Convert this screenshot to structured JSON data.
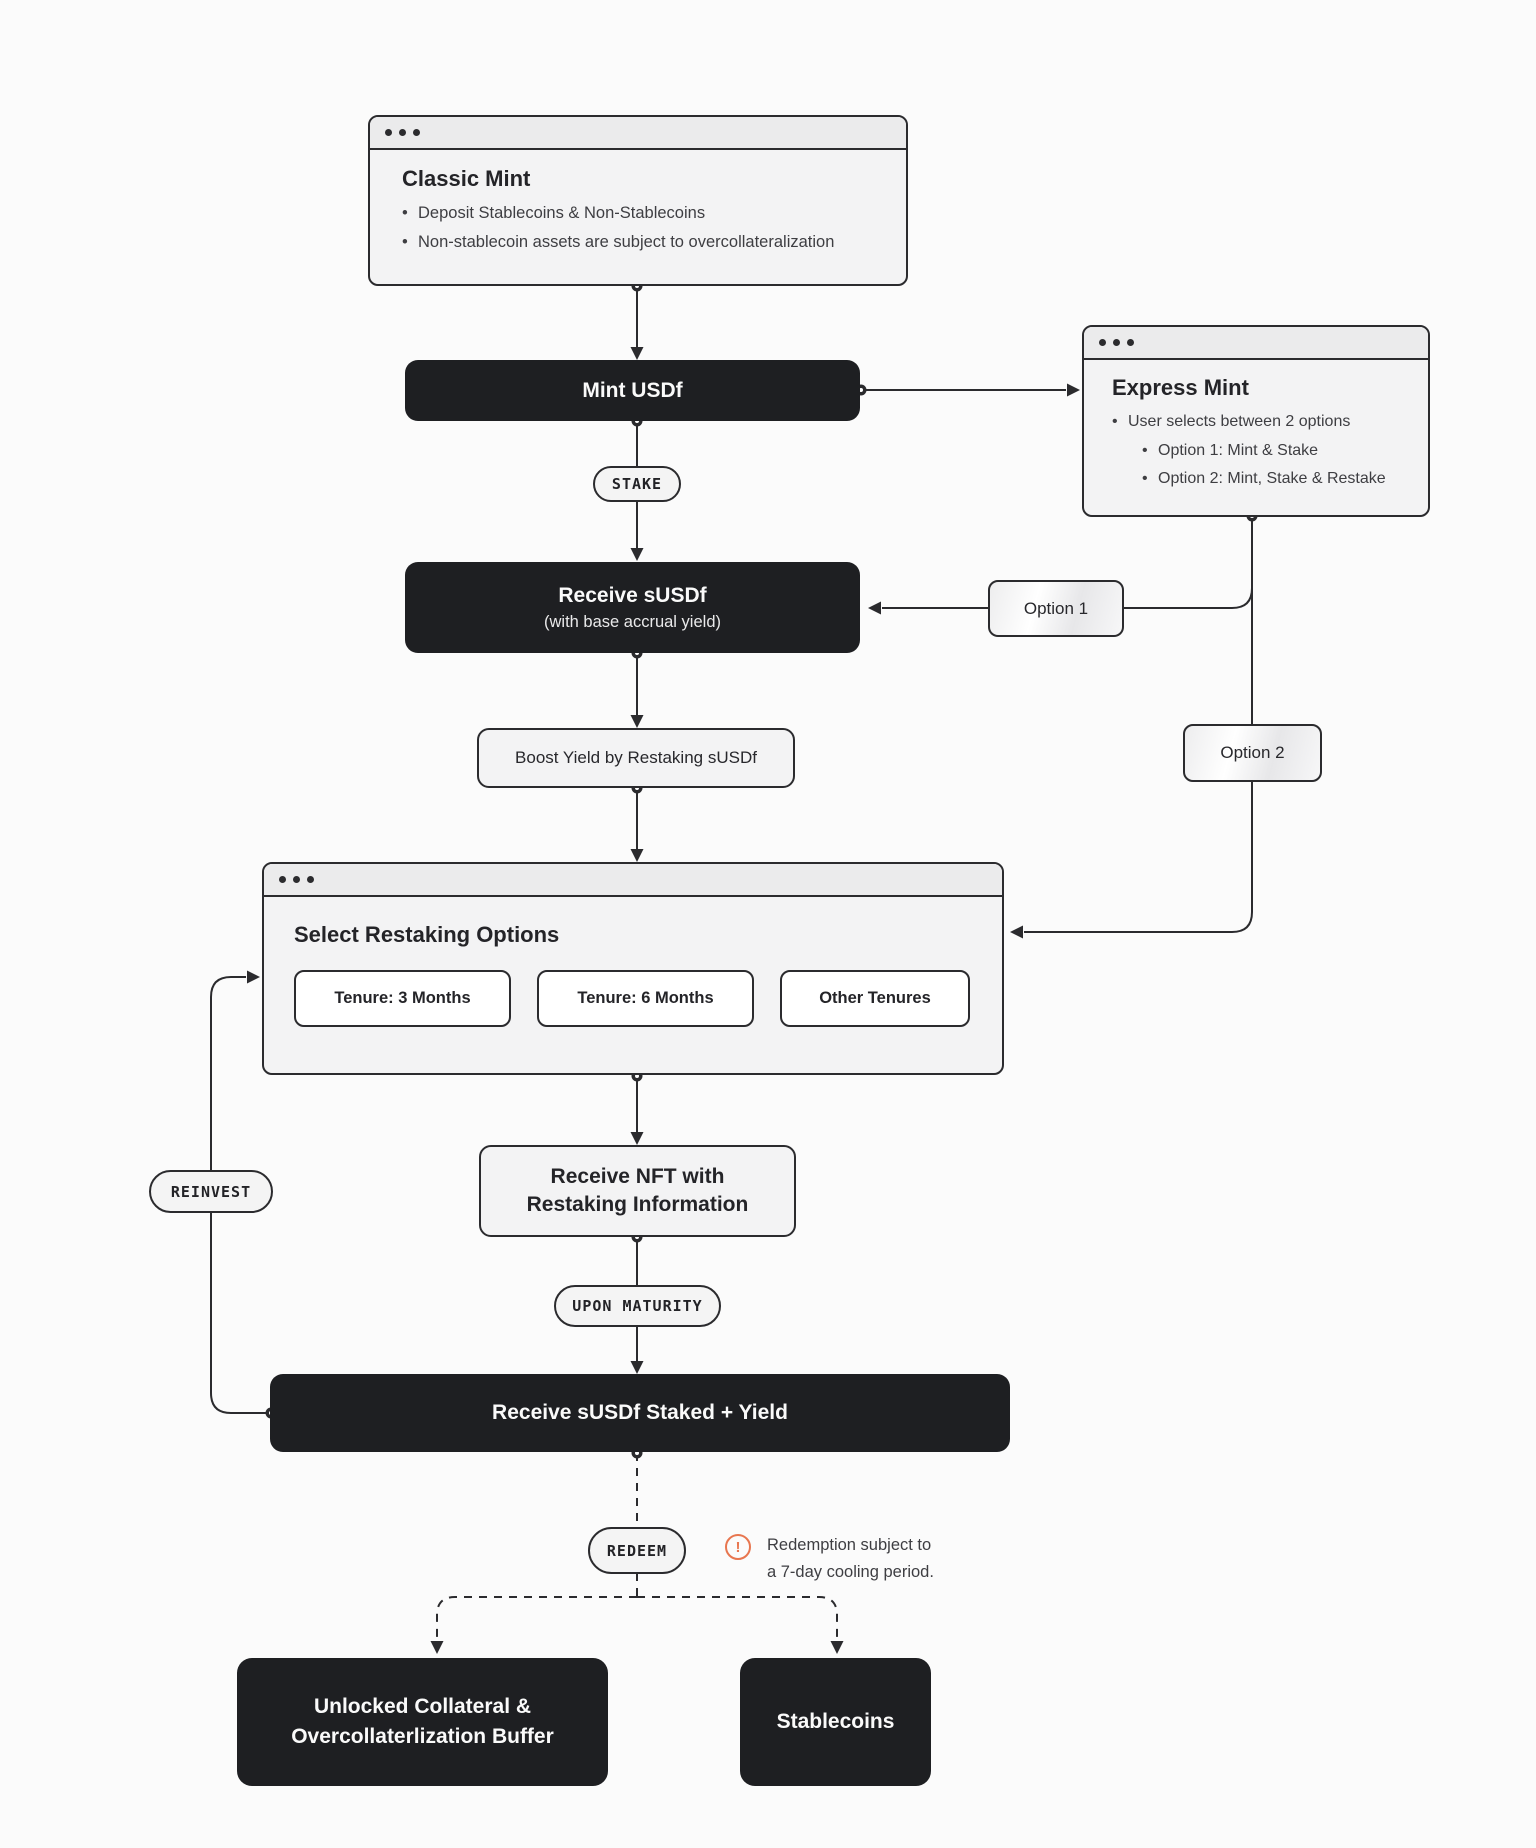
{
  "diagram": {
    "classic_mint": {
      "title": "Classic Mint",
      "bullets": [
        "Deposit Stablecoins & Non-Stablecoins",
        "Non-stablecoin assets are subject to overcollateralization"
      ]
    },
    "mint_usdf": {
      "label": "Mint USDf"
    },
    "express_mint": {
      "title": "Express Mint",
      "bullet": "User selects between 2 options",
      "sub_bullets": [
        "Option 1: Mint & Stake",
        "Option 2: Mint, Stake & Restake"
      ]
    },
    "stake_pill": "STAKE",
    "receive_susdf": {
      "title": "Receive sUSDf",
      "subtitle": "(with base accrual yield)"
    },
    "option1_pill": "Option 1",
    "option2_pill": "Option 2",
    "boost_yield": {
      "label": "Boost Yield by Restaking sUSDf"
    },
    "select_restaking": {
      "title": "Select Restaking Options",
      "tenures": [
        "Tenure: 3 Months",
        "Tenure: 6 Months",
        "Other Tenures"
      ]
    },
    "reinvest_pill": "REINVEST",
    "receive_nft": {
      "line1": "Receive NFT with",
      "line2": "Restaking Information"
    },
    "upon_maturity_pill": "UPON MATURITY",
    "receive_staked": {
      "label": "Receive sUSDf Staked + Yield"
    },
    "redeem_pill": "REDEEM",
    "redemption_note": {
      "line1": "Redemption subject to",
      "line2": "a 7-day cooling period.",
      "icon": "alert-circle"
    },
    "unlocked_collateral": {
      "line1": "Unlocked Collateral &",
      "line2": "Overcollaterlization Buffer"
    },
    "stablecoins": {
      "label": "Stablecoins"
    }
  },
  "colors": {
    "dark_node": "#1E1F22",
    "line": "#2B2B2E",
    "window_bg": "#F3F3F4",
    "titlebar_bg": "#EBEBEC",
    "page_bg": "#FBFBFB",
    "warning_accent": "#E8764F"
  }
}
